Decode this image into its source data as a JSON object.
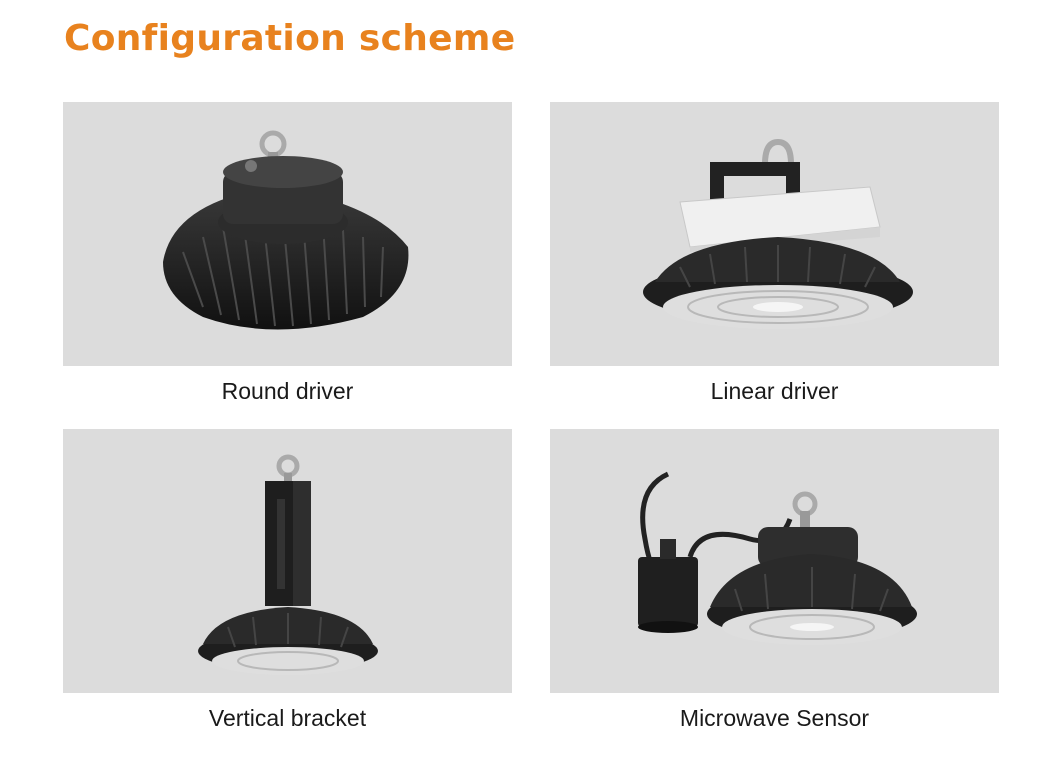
{
  "page": {
    "title": "Configuration scheme"
  },
  "configurations": [
    {
      "label": "Round driver",
      "icon": "ufo-highbay-round-driver-icon"
    },
    {
      "label": "Linear driver",
      "icon": "ufo-highbay-linear-driver-icon"
    },
    {
      "label": "Vertical bracket",
      "icon": "ufo-highbay-vertical-bracket-icon"
    },
    {
      "label": "Microwave Sensor",
      "icon": "ufo-highbay-microwave-sensor-icon"
    }
  ],
  "colors": {
    "title": "#e8821e",
    "panel_background": "#dcdcdc",
    "fixture_body": "#1f1f1f",
    "driver_box": "#f0f0f0"
  }
}
